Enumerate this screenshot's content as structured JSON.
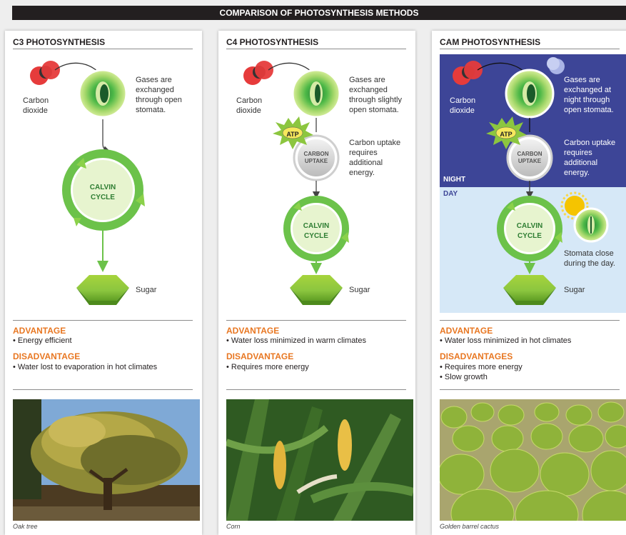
{
  "title": "COMPARISON OF PHOTOSYNTHESIS METHODS",
  "colors": {
    "accent": "#e87722",
    "green": "#6cc24a",
    "night": "#3d4597",
    "day": "#d6e8f7"
  },
  "cards": [
    {
      "title": "C3 PHOTOSYNTHESIS",
      "carbon": "Carbon\ndioxide",
      "gases": "Gases are\nexchanged\nthrough open\nstomata.",
      "calvin": "CALVIN\nCYCLE",
      "sugar": "Sugar",
      "advantage_title": "ADVANTAGE",
      "advantages": [
        "• Energy efficient"
      ],
      "disadvantage_title": "DISADVANTAGE",
      "disadvantages": [
        "• Water lost to evaporation in hot climates"
      ],
      "caption": "Oak tree"
    },
    {
      "title": "C4 PHOTOSYNTHESIS",
      "carbon": "Carbon\ndioxide",
      "gases": "Gases are\nexchanged\nthrough slightly\nopen stomata.",
      "atp": "ATP",
      "uptake": "CARBON\nUPTAKE",
      "uptake_text": "Carbon uptake\nrequires\nadditional\nenergy.",
      "calvin": "CALVIN\nCYCLE",
      "sugar": "Sugar",
      "advantage_title": "ADVANTAGE",
      "advantages": [
        "• Water loss minimized in warm climates"
      ],
      "disadvantage_title": "DISADVANTAGE",
      "disadvantages": [
        "• Requires more energy"
      ],
      "caption": "Corn"
    },
    {
      "title": "CAM PHOTOSYNTHESIS",
      "carbon": "Carbon\ndioxide",
      "gases": "Gases are\nexchanged at\nnight through\nopen stomata.",
      "atp": "ATP",
      "uptake": "CARBON\nUPTAKE",
      "uptake_text": "Carbon uptake\nrequires\nadditional\nenergy.",
      "night": "NIGHT",
      "day": "DAY",
      "calvin": "CALVIN\nCYCLE",
      "stomata_close": "Stomata close\nduring the day.",
      "sugar": "Sugar",
      "advantage_title": "ADVANTAGE",
      "advantages": [
        "• Water loss minimized in hot climates"
      ],
      "disadvantage_title": "DISADVANTAGES",
      "disadvantages": [
        "• Requires more energy",
        "• Slow growth"
      ],
      "caption": "Golden barrel cactus"
    }
  ]
}
